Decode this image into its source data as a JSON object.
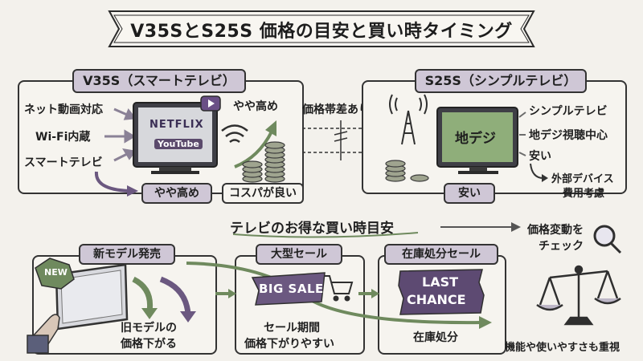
{
  "title": "V35SとS25S 価格の目安と買い時タイミング",
  "v35s": {
    "header": "V35S（スマートテレビ）",
    "features": [
      "ネット動画対応",
      "Wi-Fi内蔵",
      "スマートテレビ"
    ],
    "screen_logos": [
      "NETFLIX",
      "YouTube"
    ],
    "price_note": "やや高め",
    "price_tag": "やや高め",
    "value_tag": "コスパが良い"
  },
  "price_gap": "価格帯差あり",
  "s25s": {
    "header": "S25S（シンプルテレビ）",
    "screen_text": "地デジ",
    "features": [
      "シンプルテレビ",
      "地デジ視聴中心",
      "安い"
    ],
    "external_note": [
      "外部デバイス",
      "費用考慮"
    ],
    "price_tag": "安い"
  },
  "timing": {
    "heading": "テレビのお得な買い時目安",
    "check": [
      "価格変動を",
      "チェック"
    ],
    "stages": [
      {
        "header": "新モデル発売",
        "badge": "NEW",
        "caption": [
          "旧モデルの",
          "価格下がる"
        ]
      },
      {
        "header": "大型セール",
        "badge": "BIG SALE",
        "caption": [
          "セール期間",
          "価格下がりやすい"
        ]
      },
      {
        "header": "在庫処分セール",
        "badge": [
          "LAST",
          "CHANCE"
        ],
        "caption": [
          "在庫処分"
        ]
      }
    ],
    "balance_caption": "機能や使いやすさも重視"
  },
  "colors": {
    "accent_purple": "#5d4a72",
    "arrow_purple": "#6b5880",
    "arrow_green": "#6f8a5e",
    "label_fill": "#cfc7d6",
    "screen_green": "#8fae7a"
  }
}
